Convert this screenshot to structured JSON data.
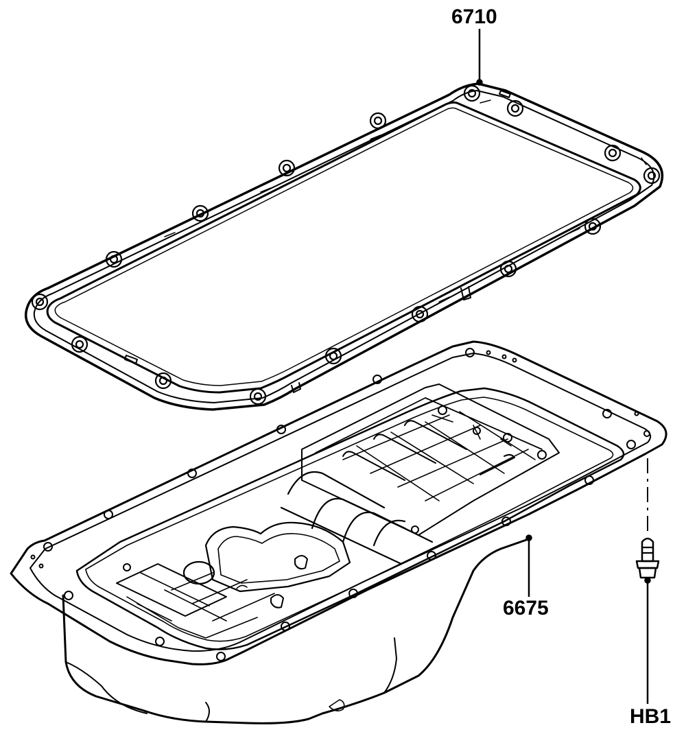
{
  "diagram": {
    "ink_color": "#000000",
    "paper_color": "#ffffff",
    "callouts": {
      "gasket": "6710",
      "oil_pan": "6675",
      "bolt": "HB1"
    }
  }
}
